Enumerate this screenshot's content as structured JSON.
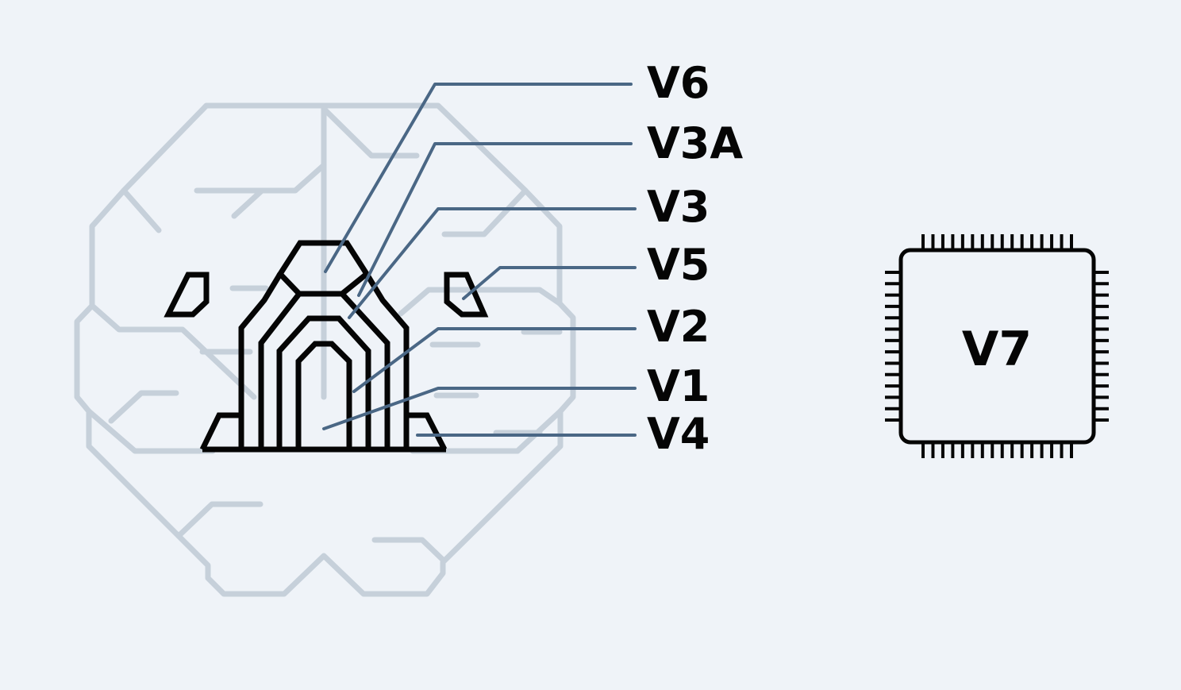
{
  "diagram": {
    "labels": [
      {
        "key": "v6",
        "text": "V6"
      },
      {
        "key": "v3a",
        "text": "V3A"
      },
      {
        "key": "v3",
        "text": "V3"
      },
      {
        "key": "v5",
        "text": "V5"
      },
      {
        "key": "v2",
        "text": "V2"
      },
      {
        "key": "v1",
        "text": "V1"
      },
      {
        "key": "v4",
        "text": "V4"
      }
    ],
    "chip_label": "V7",
    "colors": {
      "background": "#eff3f8",
      "brain_outline": "#c6d0da",
      "regions": "#050505",
      "leader_lines": "#4a6785"
    }
  }
}
